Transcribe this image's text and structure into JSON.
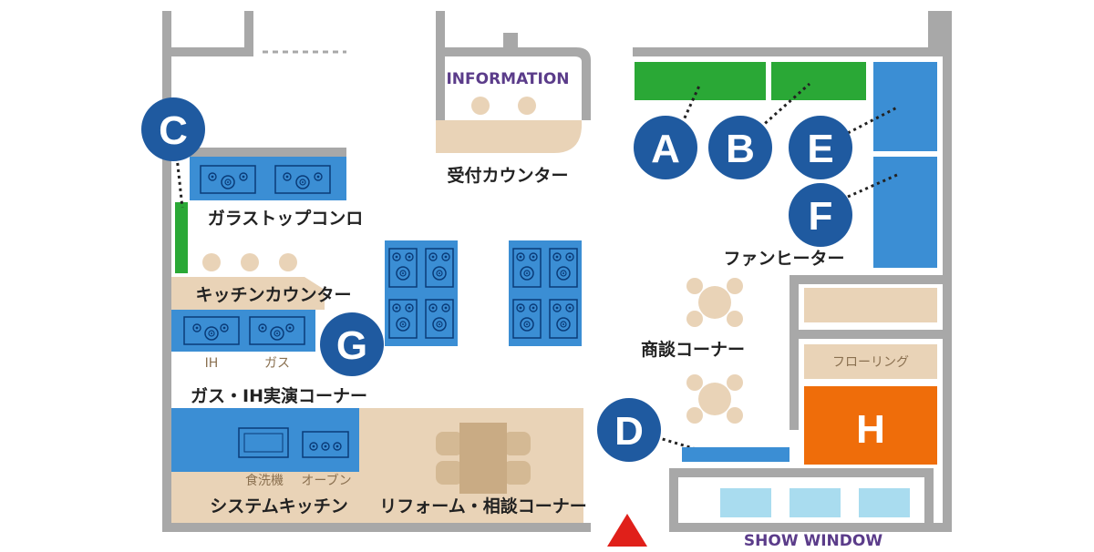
{
  "labels": {
    "information": "INFORMATION",
    "reception": "受付カウンター",
    "glass_stove": "ガラストップコンロ",
    "kitchen_counter": "キッチンカウンター",
    "ih": "IH",
    "gas": "ガス",
    "gas_ih_demo": "ガス・IH実演コーナー",
    "dishwasher": "食洗機",
    "oven": "オーブン",
    "system_kitchen": "システムキッチン",
    "reform_corner": "リフォーム・相談コーナー",
    "fan_heater": "ファンヒーター",
    "consult_corner": "商談コーナー",
    "flooring": "フローリング",
    "show_window": "SHOW WINDOW"
  },
  "markers": {
    "a": "A",
    "b": "B",
    "c": "C",
    "d": "D",
    "e": "E",
    "f": "F",
    "g": "G",
    "h": "H"
  },
  "colors": {
    "wall": "#a8a8a8",
    "blue_marker": "#1f5aa0",
    "appliance_blue": "#3b8ed4",
    "green": "#2aa836",
    "beige": "#e9d3b7",
    "orange": "#ef6d0a",
    "light_blue": "#a9dcef",
    "purple": "#5b3c8a",
    "entrance_red": "#e0201a"
  }
}
